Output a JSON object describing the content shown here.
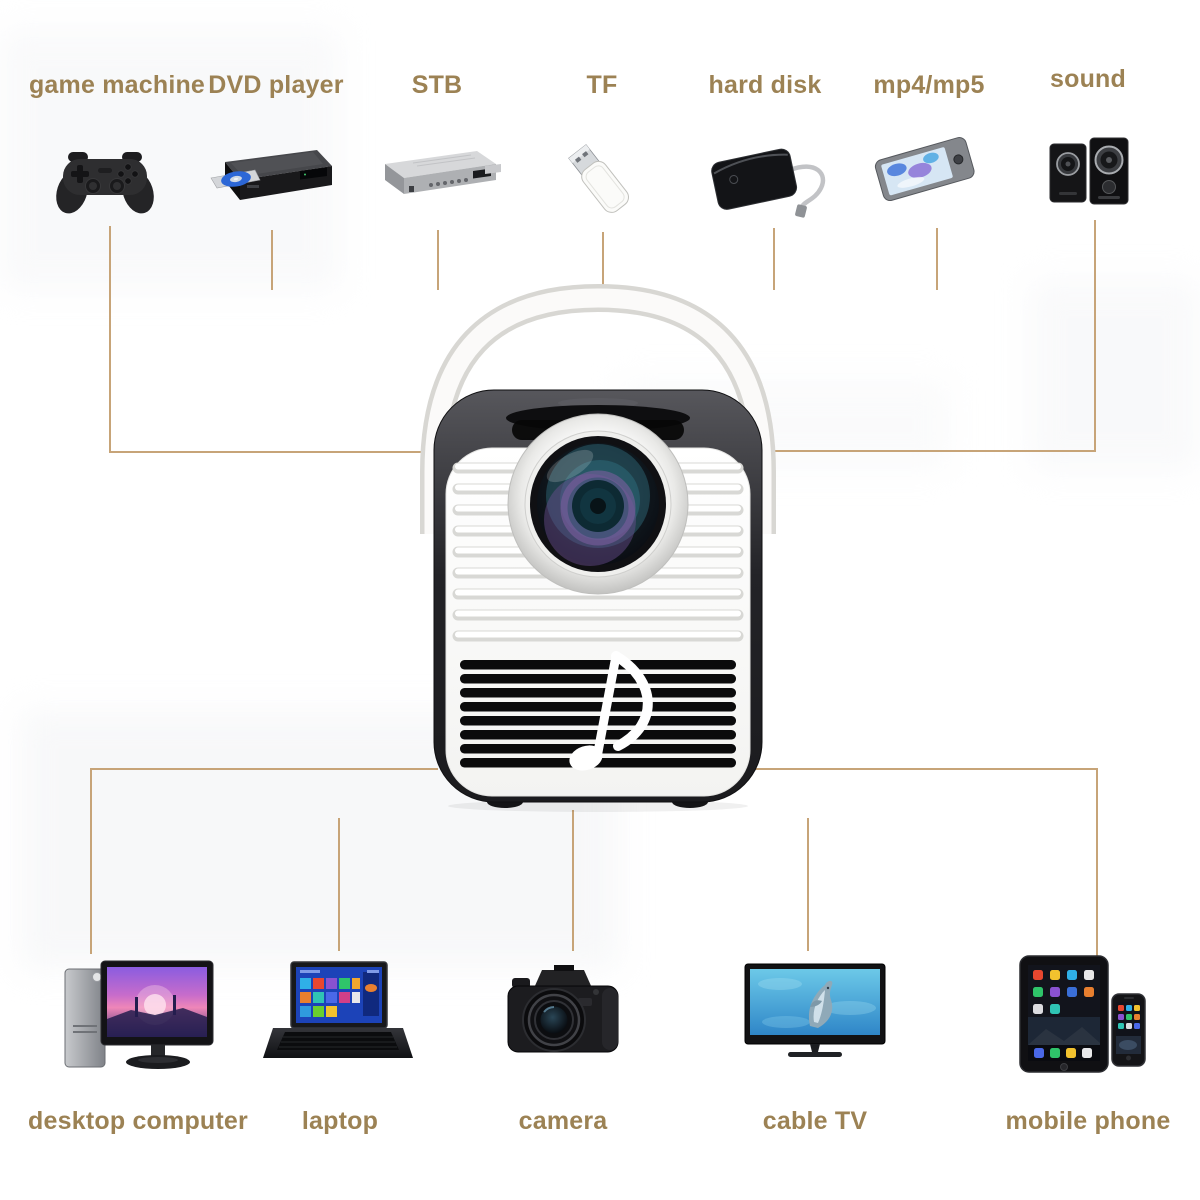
{
  "diagram": {
    "center_device": {
      "name": "projector",
      "icon": "projector-icon"
    },
    "styles": {
      "line_color": "#c7a478",
      "label_color": "#9c8254"
    },
    "top_devices": [
      {
        "label": "game machine",
        "icon": "game-controller-icon"
      },
      {
        "label": "DVD player",
        "icon": "dvd-player-icon"
      },
      {
        "label": "STB",
        "icon": "set-top-box-icon"
      },
      {
        "label": "TF",
        "icon": "tf-card-reader-icon"
      },
      {
        "label": "hard disk",
        "icon": "hard-disk-icon"
      },
      {
        "label": "mp4/mp5",
        "icon": "media-player-icon"
      },
      {
        "label": "sound",
        "icon": "speakers-icon"
      }
    ],
    "bottom_devices": [
      {
        "label": "desktop computer",
        "icon": "desktop-computer-icon"
      },
      {
        "label": "laptop",
        "icon": "laptop-icon"
      },
      {
        "label": "camera",
        "icon": "camera-icon"
      },
      {
        "label": "cable TV",
        "icon": "cable-tv-icon"
      },
      {
        "label": "mobile phone",
        "icon": "mobile-phone-icon"
      }
    ]
  }
}
